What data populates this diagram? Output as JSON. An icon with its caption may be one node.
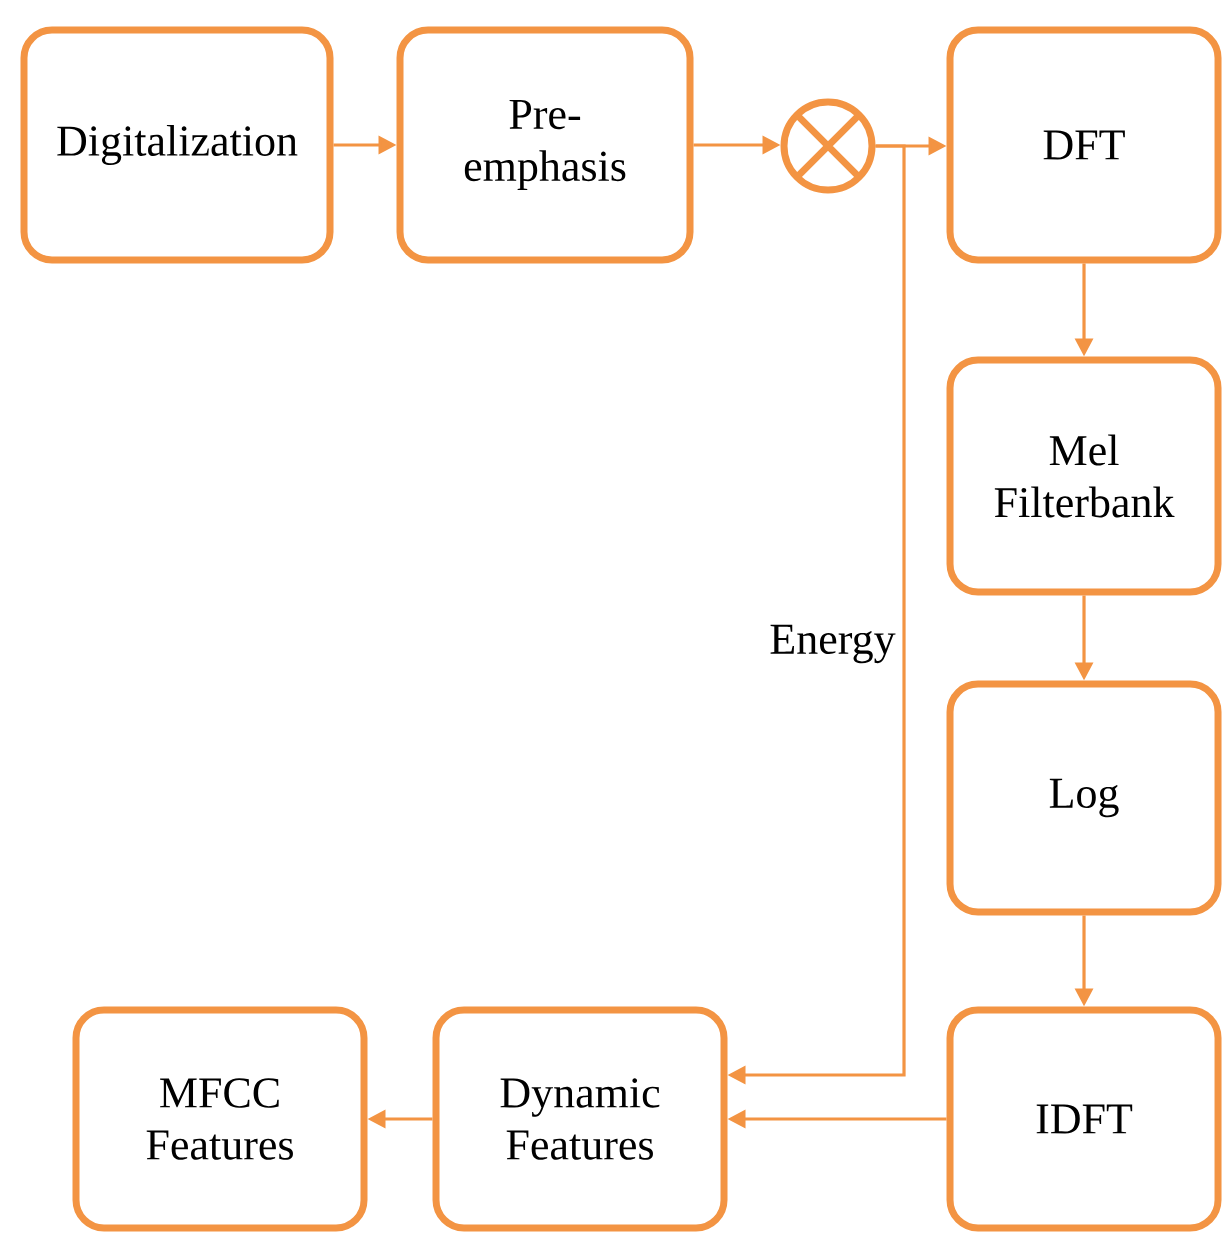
{
  "diagram": {
    "nodes": [
      {
        "text": [
          "Digitalization"
        ]
      },
      {
        "text": [
          "Pre- emphasis"
        ]
      },
      {
        "text": [],
        "shape": "circle"
      },
      {
        "text": [
          "DFT"
        ]
      },
      {
        "text": [
          "Mel Filterbank"
        ]
      },
      {
        "text": [
          "Log"
        ]
      },
      {
        "text": [
          "IDFT"
        ]
      },
      {
        "text": [
          "Dynamic Features"
        ]
      },
      {
        "text": [
          "MFCC Features"
        ]
      }
    ],
    "edges": [
      {
        "from": 0,
        "to": 1,
        "arrow": "to"
      },
      {
        "from": 1,
        "to": 2,
        "arrow": "to"
      },
      {
        "from": 2,
        "to": 3,
        "arrow": "to"
      },
      {
        "from": 3,
        "to": 4,
        "arrow": "to"
      },
      {
        "from": 4,
        "to": 5,
        "arrow": "to"
      },
      {
        "from": 5,
        "to": 6,
        "arrow": "to"
      },
      {
        "from": 6,
        "to": 7,
        "arrow": "to"
      },
      {
        "from": 2,
        "to": 7,
        "arrow": "to",
        "label": "Energy"
      },
      {
        "from": 7,
        "to": 8,
        "arrow": "to"
      }
    ]
  }
}
